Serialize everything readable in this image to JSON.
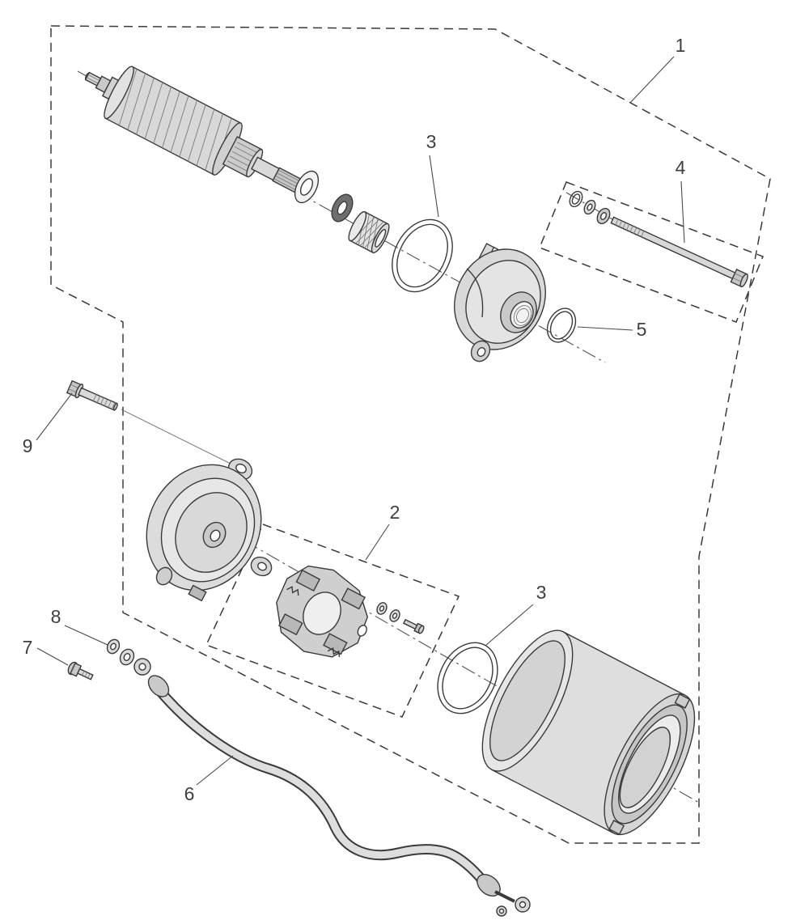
{
  "colors": {
    "line": "#3a3a3a",
    "label": "#3f3f3f",
    "fill_light": "#d9d9d9",
    "fill_mid": "#c4c4c4",
    "background": "#ffffff"
  },
  "callouts": [
    {
      "label": "1"
    },
    {
      "label": "3"
    },
    {
      "label": "4"
    },
    {
      "label": "5"
    },
    {
      "label": "9"
    },
    {
      "label": "2"
    },
    {
      "label": "3"
    },
    {
      "label": "6"
    },
    {
      "label": "7"
    },
    {
      "label": "8"
    }
  ]
}
